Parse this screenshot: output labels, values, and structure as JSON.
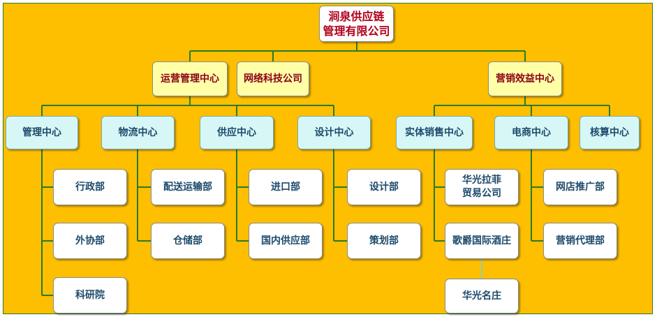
{
  "colors": {
    "background": "#fdbf00",
    "line": "#2a7a2a",
    "root_fill": "#ffffff",
    "level1_fill": "#ffffa8",
    "level2_fill": "#d7f7f7",
    "leaf_fill": "#ffffff"
  },
  "org": {
    "root": {
      "line1": "涧泉供应链",
      "line2": "管理有限公司"
    },
    "level1": [
      {
        "label": "运营管理中心"
      },
      {
        "label": "网络科技公司"
      },
      {
        "label": "营销效益中心"
      }
    ],
    "level2": [
      {
        "label": "管理中心"
      },
      {
        "label": "物流中心"
      },
      {
        "label": "供应中心"
      },
      {
        "label": "设计中心"
      },
      {
        "label": "实体销售中心"
      },
      {
        "label": "电商中心"
      },
      {
        "label": "核算中心"
      }
    ],
    "leaves": {
      "admin": [
        {
          "label": "行政部"
        },
        {
          "label": "外协部"
        },
        {
          "label": "科研院"
        }
      ],
      "logistics": [
        {
          "label": "配送运输部"
        },
        {
          "label": "仓储部"
        }
      ],
      "supply": [
        {
          "label": "进口部"
        },
        {
          "label": "国内供应部"
        }
      ],
      "design": [
        {
          "label": "设计部"
        },
        {
          "label": "策划部"
        }
      ],
      "retail": [
        {
          "line1": "华光拉菲",
          "line2": "贸易公司"
        },
        {
          "label": "歌爵国际酒庄"
        },
        {
          "label": "华光名庄"
        }
      ],
      "ecommerce": [
        {
          "label": "网店推广部"
        },
        {
          "label": "营销代理部"
        }
      ]
    }
  }
}
